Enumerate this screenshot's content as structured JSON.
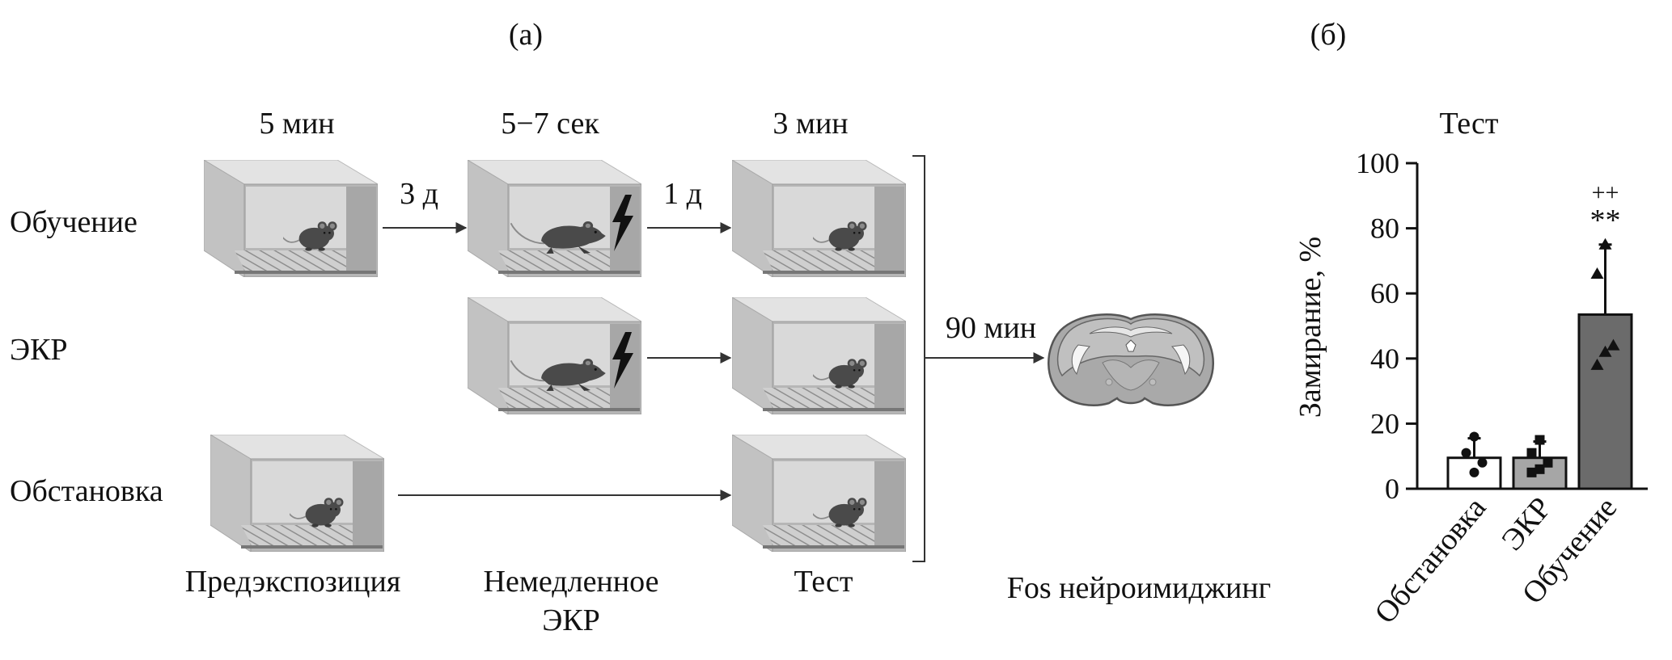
{
  "panel_a": {
    "label": "(а)",
    "durations": [
      "5 мин",
      "5−7 сек",
      "3 мин"
    ],
    "rows": [
      "Обучение",
      "ЭКР",
      "Обстановка"
    ],
    "intervals": [
      "3 д",
      "1 д"
    ],
    "delay": "90 мин",
    "stages": [
      "Предэкспозиция",
      "Немедленное",
      "ЭКР",
      "Тест"
    ],
    "imaging": "Fos нейроимиджинг",
    "icons": [
      "chamber-icon",
      "mouse-icon",
      "shock-icon",
      "brain-section-icon"
    ]
  },
  "panel_b": {
    "label": "(б)"
  },
  "chart_data": {
    "type": "bar",
    "title": "Тест",
    "ylabel": "Замирание, %",
    "xlabel": "",
    "ylim": [
      0,
      100
    ],
    "yticks": [
      0,
      20,
      40,
      60,
      80,
      100
    ],
    "categories": [
      "Обстановка",
      "ЭКР",
      "Обучение"
    ],
    "values": [
      9.5,
      9.5,
      53.5
    ],
    "errors": [
      6,
      5,
      21.5
    ],
    "bar_colors": [
      "#ffffff",
      "#a6a6a6",
      "#6b6b6b"
    ],
    "markers": [
      "circle",
      "square",
      "triangle"
    ],
    "points": [
      [
        16,
        11,
        8,
        5
      ],
      [
        15,
        11,
        8,
        6,
        5
      ],
      [
        75,
        66,
        44,
        42,
        38
      ]
    ],
    "significance": [
      "",
      "",
      "**"
    ],
    "significance2": [
      "",
      "",
      "++"
    ],
    "grid": false,
    "legend": "none"
  }
}
